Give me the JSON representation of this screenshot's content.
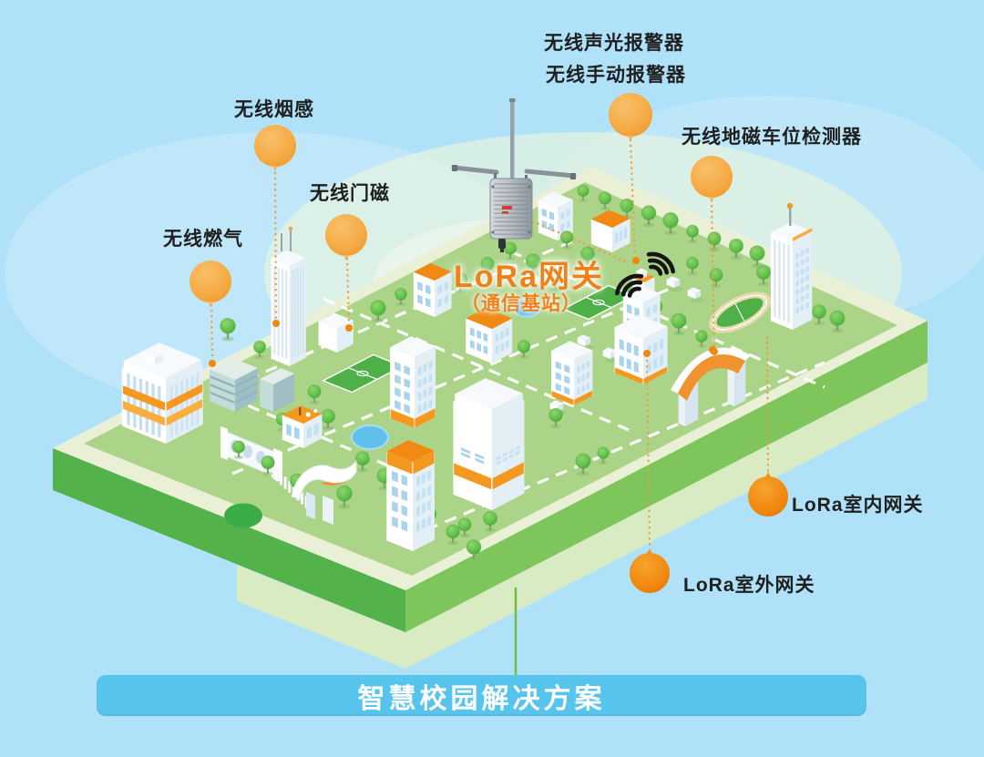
{
  "banner": {
    "text": "智慧校园解决方案"
  },
  "gateway": {
    "title": "LoRa网关",
    "subtitle": "（通信基站）"
  },
  "labels": {
    "sound_light": "无线声光报警器",
    "manual": "无线手动报警器",
    "smoke": "无线烟感",
    "geomagnetic": "无线地磁车位检测器",
    "door": "无线门磁",
    "gas": "无线燃气",
    "indoor_gateway": "LoRa室内网关",
    "outdoor_gateway": "LoRa室外网关"
  },
  "icons": {
    "balloon_marker": "balloon-marker",
    "wifi_signal": "wifi-signal-icon",
    "lora_base_station": "antenna-device-icon"
  },
  "colors": {
    "sky": "#AFE2F8",
    "sky-swash": "#C9EBFA",
    "glow-green": "#EAF4DC",
    "platform-top": "#E9F0D5",
    "campus-green": "#ACD488",
    "platform-side-left": "#53B24A",
    "platform-side-right": "#7EC65B",
    "platform-underside": "#D9EBC2",
    "walkway-spot": "#3CAC48",
    "water-blue": "#5FC0EC",
    "field-green": "#4FB047",
    "tree-green": "#5FBE49",
    "tree-dark": "#3E9E33",
    "trunk": "#8C9E6E",
    "bldg-left": "#FFFFFF",
    "bldg-right": "#E4EEF5",
    "bldg-top": "#F7FAFD",
    "win-left": "#AAD4EC",
    "win-right": "#C2E2F3",
    "orange-band": "#F5981F",
    "orange-roof": "#F08A14",
    "orange-light": "#F9AE3E",
    "teal-left": "#C3DBD9",
    "teal-right": "#9FBFC4",
    "teal-top": "#E2EDEA",
    "balloon-light": "#F5AB45",
    "balloon-deep": "#F1870D",
    "accent-orange": "#F08119",
    "banner-blue": "#57C4EE",
    "banner-text": "#FFFFFF",
    "label-text": "#1F1F1F",
    "wifi-black": "#151515",
    "connector-green": "#76B94D",
    "device-gray": "#B9C0C6",
    "device-dark": "#7E868D",
    "device-red": "#D23B2F",
    "road-dash": "#FFFFFF"
  }
}
